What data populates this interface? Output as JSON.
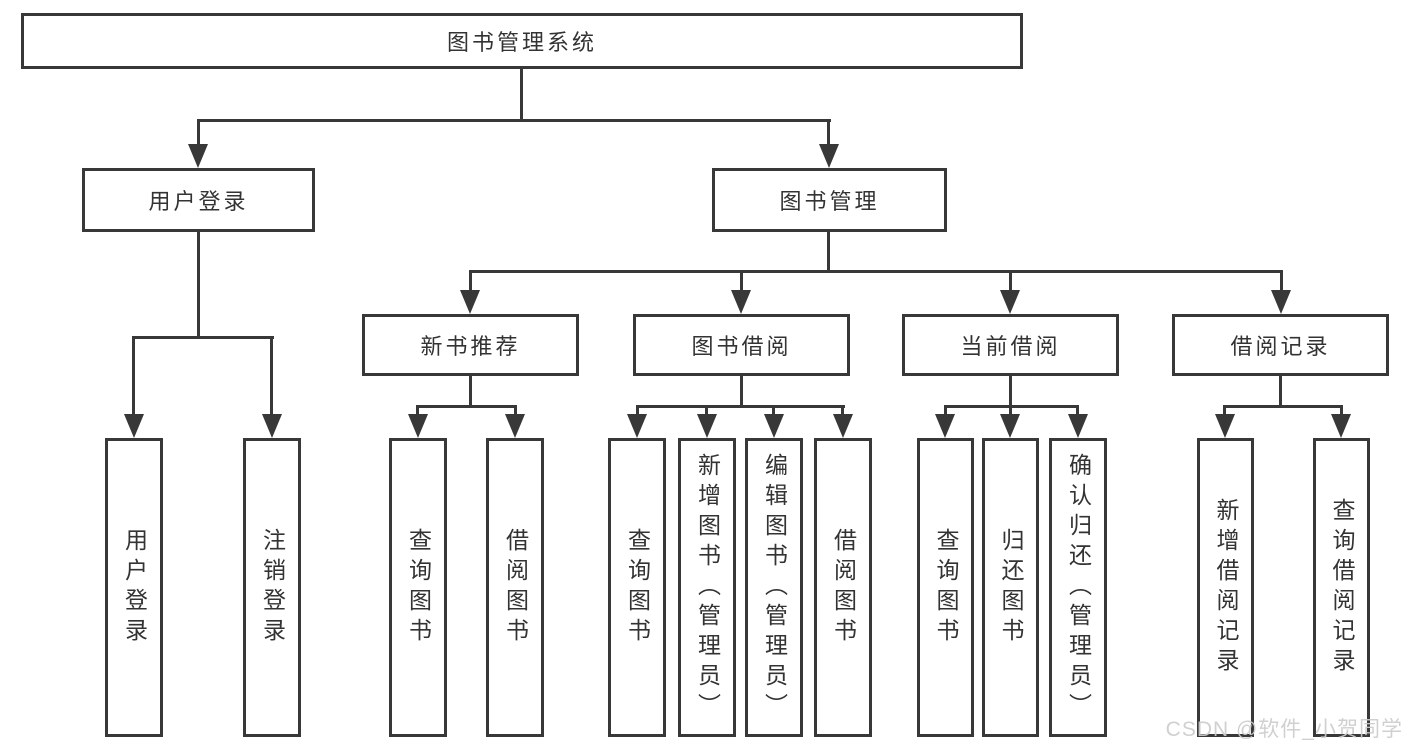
{
  "tree": {
    "root": "图书管理系统",
    "branches": [
      {
        "label": "用户登录",
        "children": [
          "用户登录",
          "注销登录"
        ]
      },
      {
        "label": "图书管理",
        "groups": [
          {
            "label": "新书推荐",
            "children": [
              "查询图书",
              "借阅图书"
            ]
          },
          {
            "label": "图书借阅",
            "children": [
              "查询图书",
              "新增图书（管理员）",
              "编辑图书（管理员）",
              "借阅图书"
            ]
          },
          {
            "label": "当前借阅",
            "children": [
              "查询图书",
              "归还图书",
              "确认归还（管理员）"
            ]
          },
          {
            "label": "借阅记录",
            "children": [
              "新增借阅记录",
              "查询借阅记录"
            ]
          }
        ]
      }
    ]
  },
  "watermark": "CSDN @软件_小贺同学",
  "colors": {
    "line": "#383838",
    "text": "#333333",
    "background": "#ffffff",
    "watermark": "#cccccc"
  }
}
